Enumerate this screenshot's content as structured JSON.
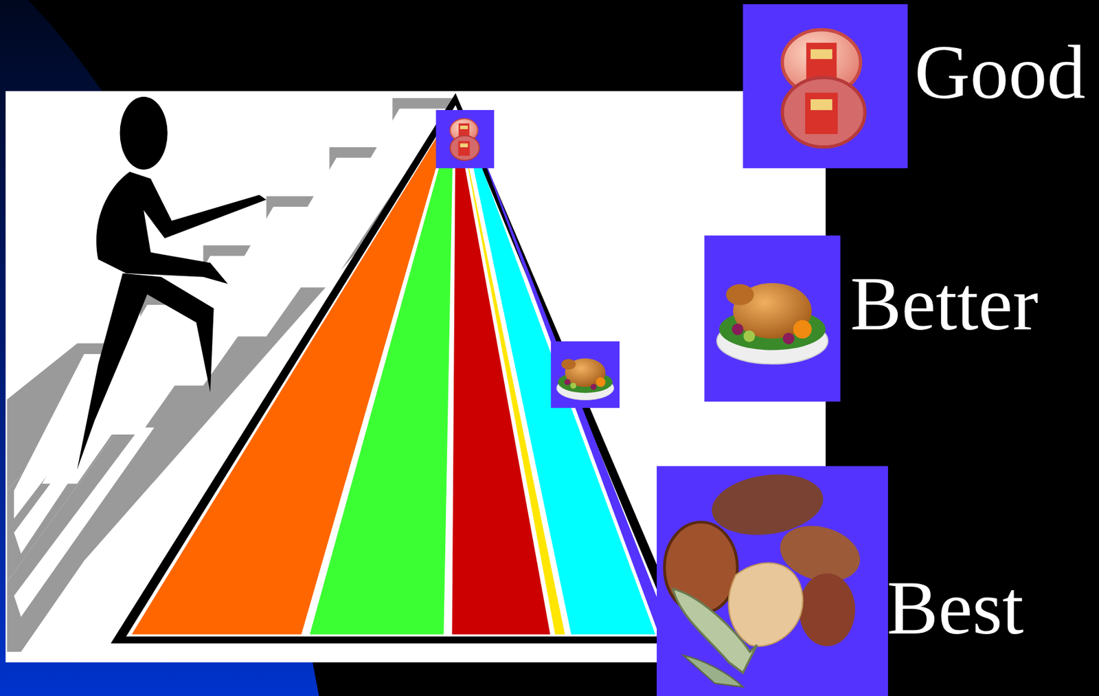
{
  "diagram": {
    "labels": [
      "Good",
      "Better",
      "Best"
    ]
  }
}
